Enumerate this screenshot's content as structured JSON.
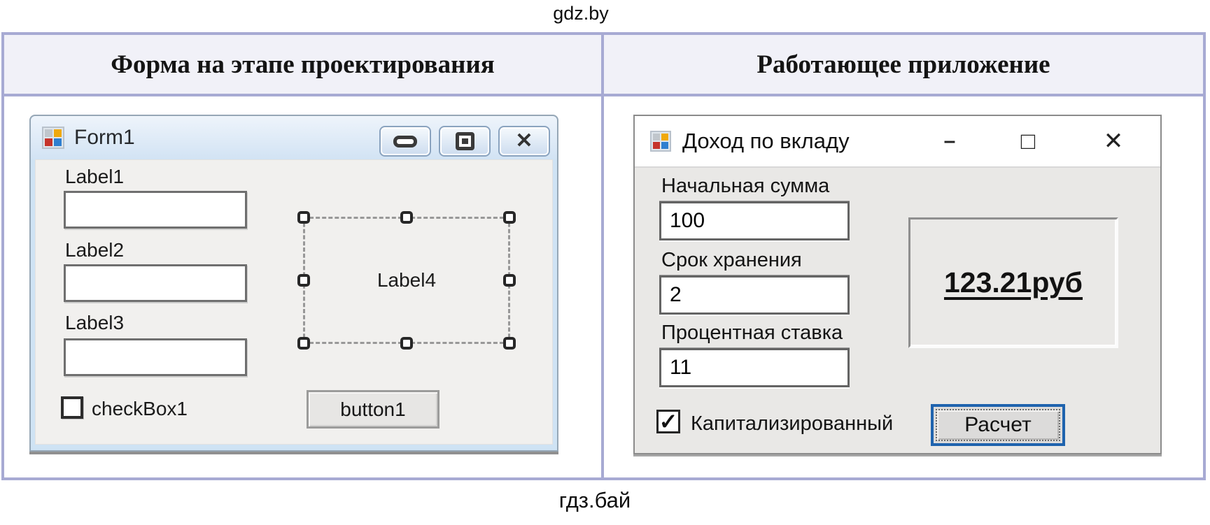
{
  "page": {
    "watermark_top": "gdz.by",
    "watermark_bottom": "гдз.бай"
  },
  "table": {
    "left_header": "Форма на этапе проектирования",
    "right_header": "Работающее приложение"
  },
  "designer_window": {
    "title": "Form1",
    "fields": [
      {
        "label": "Label1",
        "value": ""
      },
      {
        "label": "Label2",
        "value": ""
      },
      {
        "label": "Label3",
        "value": ""
      }
    ],
    "selected_label": "Label4",
    "checkbox_label": "checkBox1",
    "checkbox_glyph": "",
    "button_label": "button1"
  },
  "running_window": {
    "title": "Доход по вкладу",
    "icons": {
      "minimize": "–",
      "maximize": "□",
      "close": "✕"
    },
    "fields": [
      {
        "label": "Начальная сумма",
        "value": "100"
      },
      {
        "label": "Срок хранения",
        "value": "2"
      },
      {
        "label": "Процентная ставка",
        "value": "11"
      }
    ],
    "result": "123.21руб",
    "checkbox_label": "Капитализированный",
    "checkbox_glyph": "✓",
    "button_label": "Расчет"
  },
  "colors": {
    "table_border": "#a7aad3",
    "header_bg": "#f1f1f8",
    "designer_titlebar": "#d2e3f4",
    "focus_button_border": "#1f63ae"
  }
}
